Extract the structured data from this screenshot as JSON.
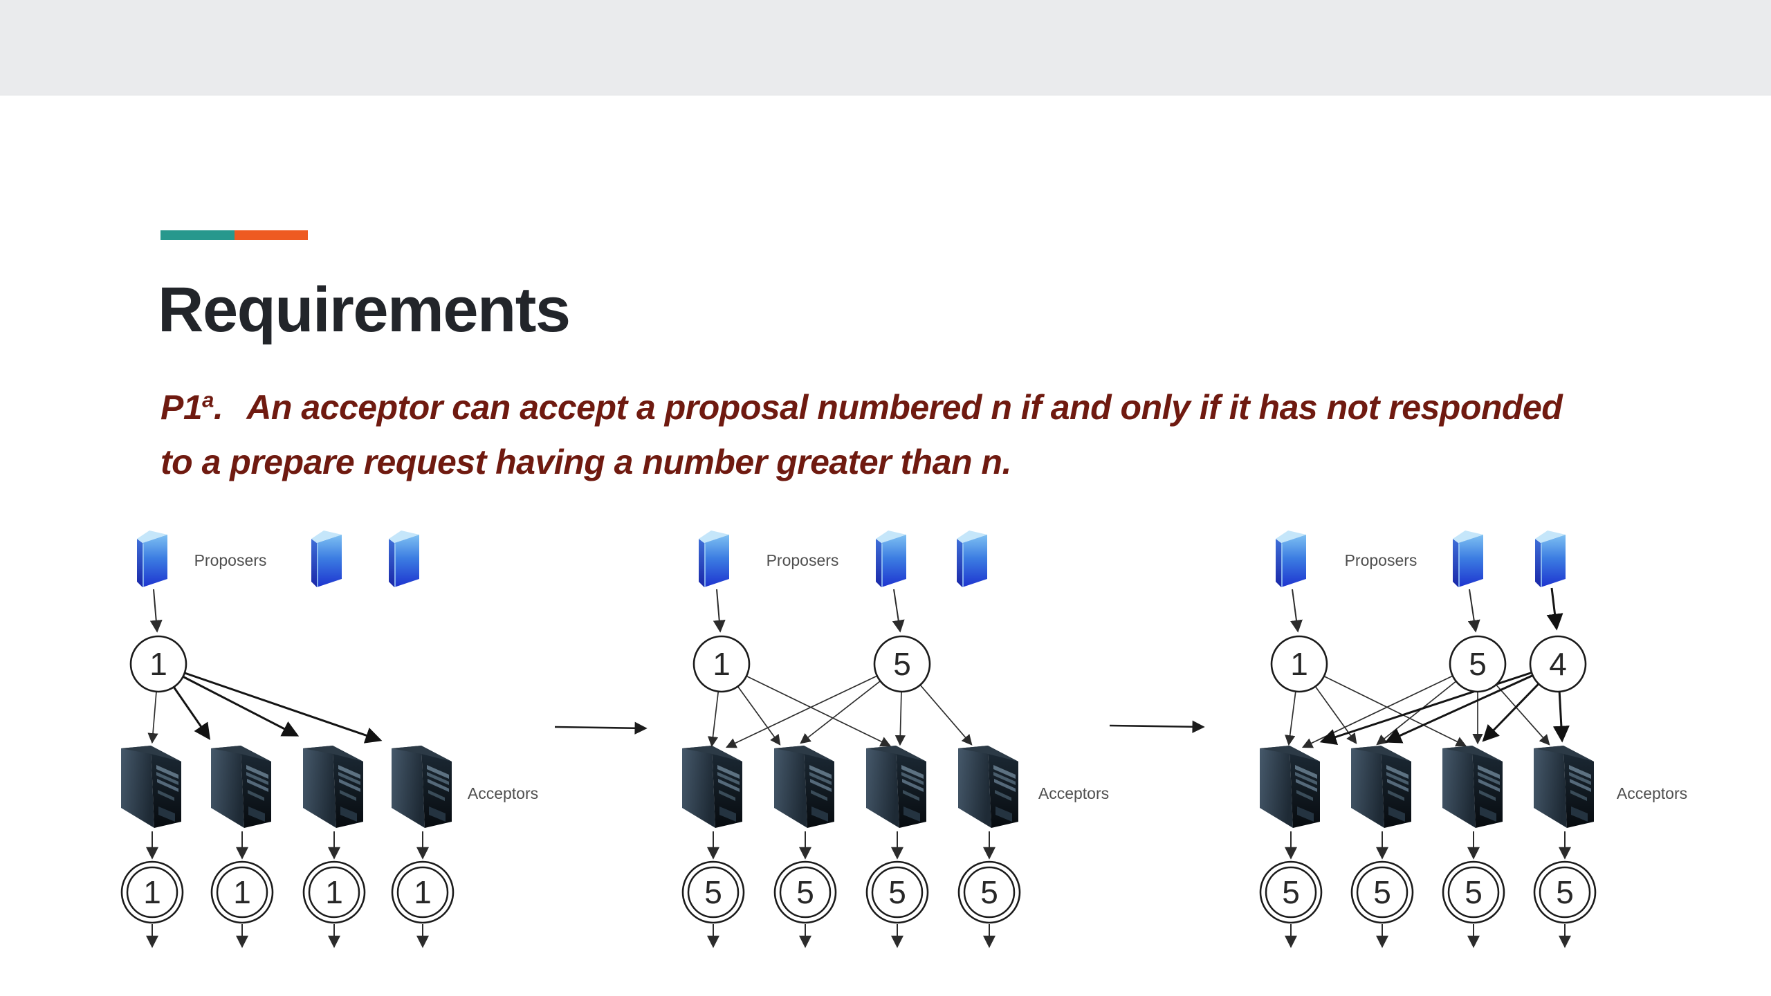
{
  "slide": {
    "title": "Requirements",
    "accent_colors": {
      "teal": "#27988d",
      "orange": "#ee5a21"
    },
    "statement": {
      "label": "P1",
      "superscript": "a",
      "period": ".",
      "line1": "An acceptor can accept a proposal numbered n if and only if it has not responded",
      "line2": "to a prepare request having a number greater than n.",
      "color": "#6f1a10"
    },
    "diagrams": [
      {
        "proposers_label": "Proposers",
        "acceptors_label": "Acceptors",
        "proposal_circles": [
          "1"
        ],
        "accepted_values": [
          "1",
          "1",
          "1",
          "1"
        ]
      },
      {
        "proposers_label": "Proposers",
        "acceptors_label": "Acceptors",
        "proposal_circles": [
          "1",
          "5"
        ],
        "accepted_values": [
          "5",
          "5",
          "5",
          "5"
        ]
      },
      {
        "proposers_label": "Proposers",
        "acceptors_label": "Acceptors",
        "proposal_circles": [
          "1",
          "5",
          "4"
        ],
        "accepted_values": [
          "5",
          "5",
          "5",
          "5"
        ]
      }
    ]
  }
}
